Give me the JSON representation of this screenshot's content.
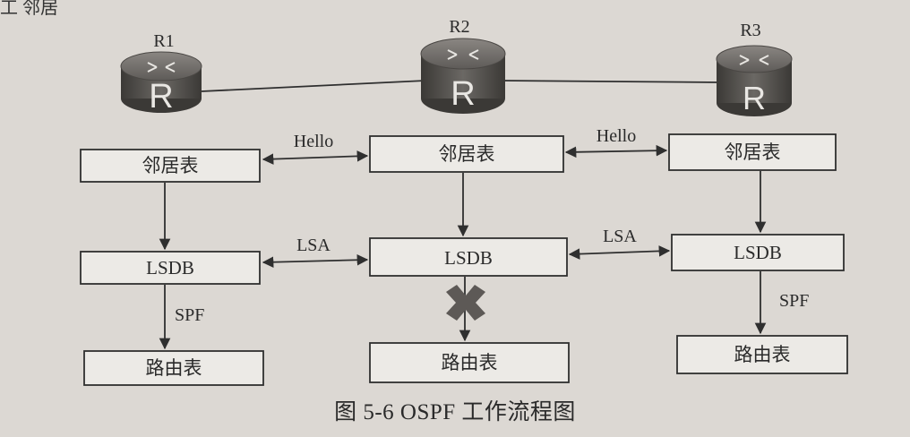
{
  "top_fragment": "工 邻居",
  "routers": [
    {
      "name": "R1",
      "letter": "R"
    },
    {
      "name": "R2",
      "letter": "R"
    },
    {
      "name": "R3",
      "letter": "R"
    }
  ],
  "columns": [
    {
      "neighbor_table": "邻居表",
      "lsdb": "LSDB",
      "spf": "SPF",
      "routing_table": "路由表"
    },
    {
      "neighbor_table": "邻居表",
      "lsdb": "LSDB",
      "routing_table": "路由表"
    },
    {
      "neighbor_table": "邻居表",
      "lsdb": "LSDB",
      "spf": "SPF",
      "routing_table": "路由表"
    }
  ],
  "links": {
    "hello_left": "Hello",
    "hello_right": "Hello",
    "lsa_left": "LSA",
    "lsa_right": "LSA"
  },
  "blocked_marker": "blocked-x",
  "caption": "图 5-6    OSPF 工作流程图"
}
